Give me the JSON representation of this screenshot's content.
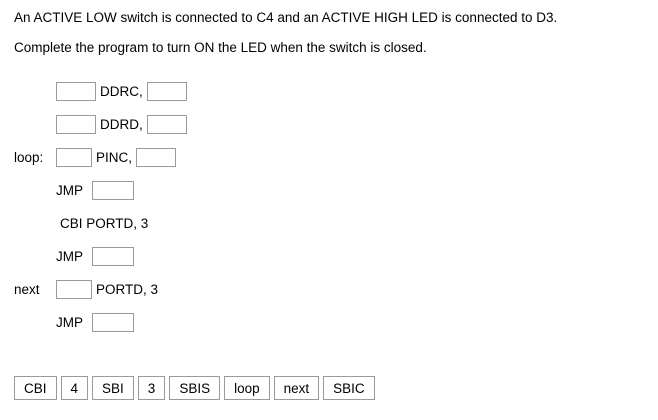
{
  "prompt": {
    "line1": "An ACTIVE LOW switch is connected to C4 and an ACTIVE HIGH LED is connected to D3.",
    "line2": "Complete the program to turn ON the LED when the switch is closed."
  },
  "code": {
    "lines": [
      {
        "label": "",
        "blank1": "",
        "text": "DDRC,",
        "blank2": "",
        "trailing": ""
      },
      {
        "label": "",
        "blank1": "",
        "text": "DDRD,",
        "blank2": "",
        "trailing": ""
      },
      {
        "label": "loop:",
        "blank1": "",
        "text": "PINC,",
        "blank2": "",
        "trailing": ""
      },
      {
        "label": "",
        "mnemonic": "JMP",
        "blank2": "",
        "trailing": ""
      },
      {
        "label": "",
        "static": "CBI PORTD, 3"
      },
      {
        "label": "",
        "mnemonic": "JMP",
        "blank2": "",
        "trailing": ""
      },
      {
        "label": "next",
        "blank1": "",
        "text": "PORTD, 3",
        "trailing": ""
      },
      {
        "label": "",
        "mnemonic": "JMP",
        "blank2": "",
        "trailing": ""
      }
    ]
  },
  "tokens": [
    {
      "label": "CBI"
    },
    {
      "label": "4"
    },
    {
      "label": "SBI"
    },
    {
      "label": "3"
    },
    {
      "label": "SBIS"
    },
    {
      "label": "loop"
    },
    {
      "label": "next"
    },
    {
      "label": "SBIC"
    }
  ]
}
